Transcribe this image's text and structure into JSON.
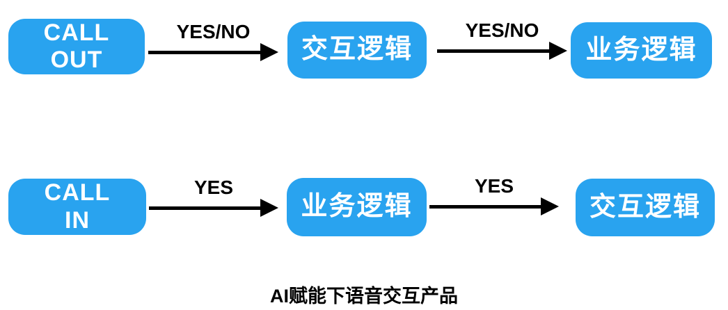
{
  "flowchart": {
    "rows": [
      {
        "nodes": [
          {
            "label": "CALL\nOUT"
          },
          {
            "label": "交互逻辑"
          },
          {
            "label": "业务逻辑"
          }
        ],
        "arrows": [
          {
            "label": "YES/NO"
          },
          {
            "label": "YES/NO"
          }
        ]
      },
      {
        "nodes": [
          {
            "label": "CALL\nIN"
          },
          {
            "label": "业务逻辑"
          },
          {
            "label": "交互逻辑"
          }
        ],
        "arrows": [
          {
            "label": "YES"
          },
          {
            "label": "YES"
          }
        ]
      }
    ],
    "caption": "AI赋能下语音交互产品",
    "colors": {
      "node_fill": "#29A3EF",
      "node_text": "#FFFFFF",
      "arrow": "#000000",
      "background": "#FFFFFF"
    }
  }
}
